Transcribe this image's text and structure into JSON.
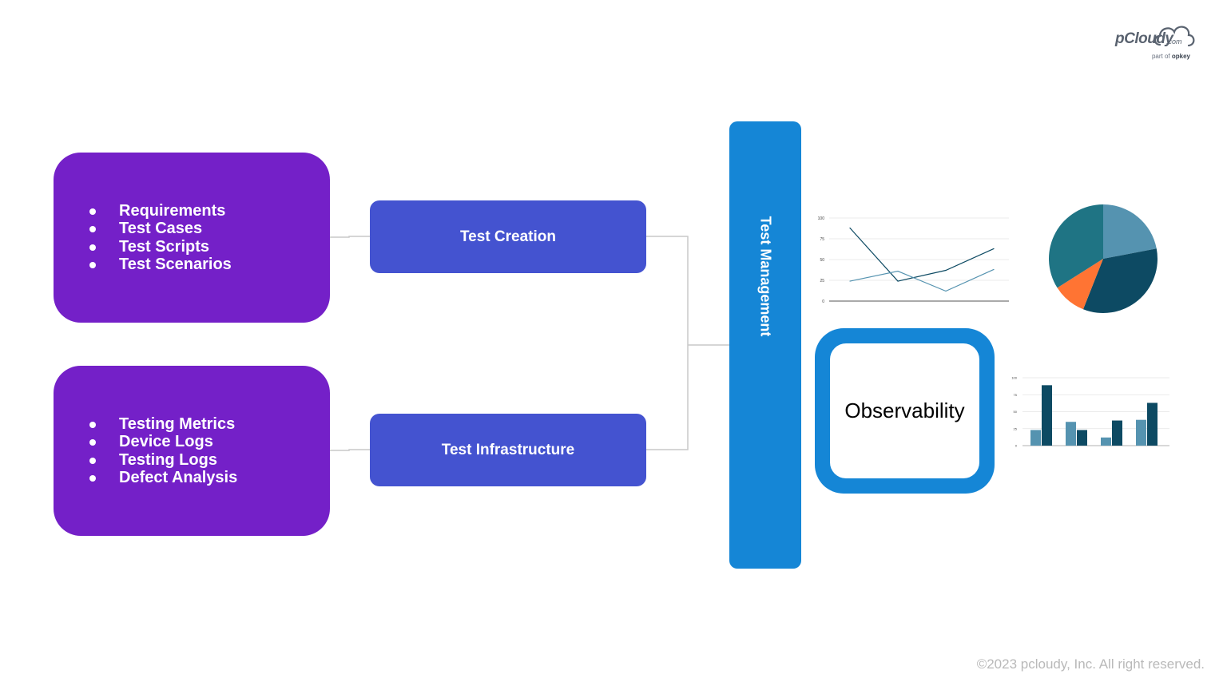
{
  "logo": {
    "brand": "pCloudy",
    "domain_suffix": ".com",
    "tagline_prefix": "part of",
    "tagline_brand": "opkey"
  },
  "sources": [
    {
      "items": [
        "Requirements",
        "Test Cases",
        "Test Scripts",
        "Test Scenarios"
      ]
    },
    {
      "items": [
        "Testing Metrics",
        "Device Logs",
        "Testing Logs",
        "Defect Analysis"
      ]
    }
  ],
  "steps": {
    "creation": "Test Creation",
    "infrastructure": "Test Infrastructure"
  },
  "management": {
    "label": "Test Management"
  },
  "observability": {
    "label": "Observability"
  },
  "footer": {
    "copyright": "©2023 pcloudy, Inc. All right reserved."
  },
  "colors": {
    "purple": "#7420c8",
    "violet_blue": "#4453d0",
    "blue": "#1586d6",
    "chart_dark": "#0d4a63",
    "chart_light": "#5593b0",
    "chart_teal": "#1f7484",
    "chart_orange": "#ff7433"
  },
  "chart_data": [
    {
      "type": "line",
      "x": [
        1,
        2,
        3,
        4
      ],
      "yticks": [
        "0",
        "25",
        "50",
        "75",
        "100"
      ],
      "ylim": [
        0,
        100
      ],
      "series": [
        {
          "values": [
            88,
            24,
            37,
            63
          ],
          "color": "#0d4a63"
        },
        {
          "values": [
            24,
            36,
            12,
            38
          ],
          "color": "#5593b0"
        }
      ]
    },
    {
      "type": "pie",
      "values": [
        22,
        34,
        10,
        34
      ],
      "colors": [
        "#5593b0",
        "#0d4a63",
        "#ff7433",
        "#1f7484"
      ]
    },
    {
      "type": "bar",
      "categories": [
        "1",
        "2",
        "3",
        "4"
      ],
      "yticks": [
        "0",
        "25",
        "50",
        "75",
        "100"
      ],
      "ylim": [
        0,
        100
      ],
      "series": [
        {
          "values": [
            23,
            35,
            12,
            38
          ],
          "color": "#5593b0"
        },
        {
          "values": [
            89,
            23,
            37,
            63
          ],
          "color": "#0d4a63"
        }
      ]
    }
  ]
}
